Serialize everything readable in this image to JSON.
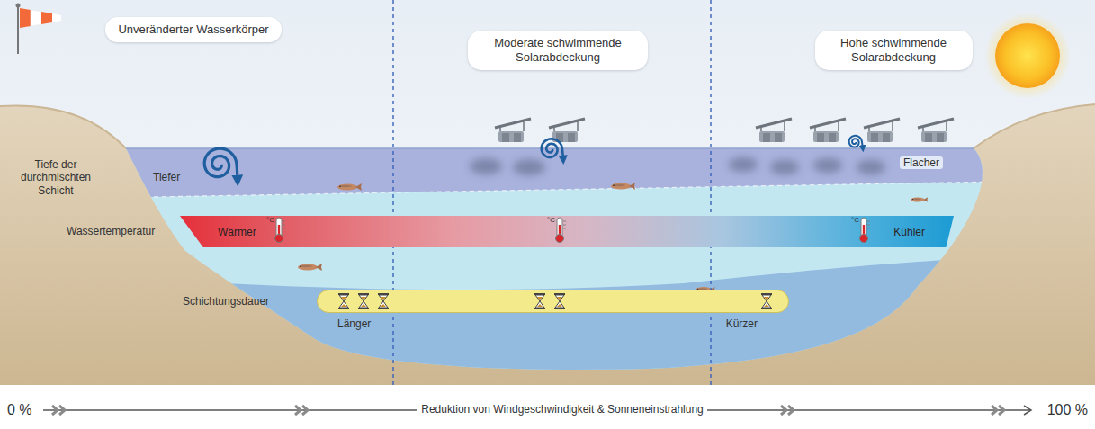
{
  "diagram": {
    "nodes": [
      {
        "text": [
          "Unveränderter Wasserkörper"
        ]
      },
      {
        "text": [
          "Moderate schwimmende Solarabdeckung"
        ]
      },
      {
        "text": [
          "Hohe schwimmende Solarabdeckung"
        ]
      },
      {
        "text": [
          "Wärmer",
          "Kühler"
        ]
      },
      {
        "text": [
          "Länger",
          "Kürzer"
        ]
      }
    ],
    "labels": [
      "Tiefe der durchmischten Schicht",
      "Tiefer",
      "Flacher",
      "Wassertemperatur",
      "°C",
      "°C",
      "°C",
      "Schichtungsdauer",
      "0 %",
      "Reduktion von Windgeschwindigkeit & Sonneneinstrahlung",
      "100 %"
    ]
  }
}
